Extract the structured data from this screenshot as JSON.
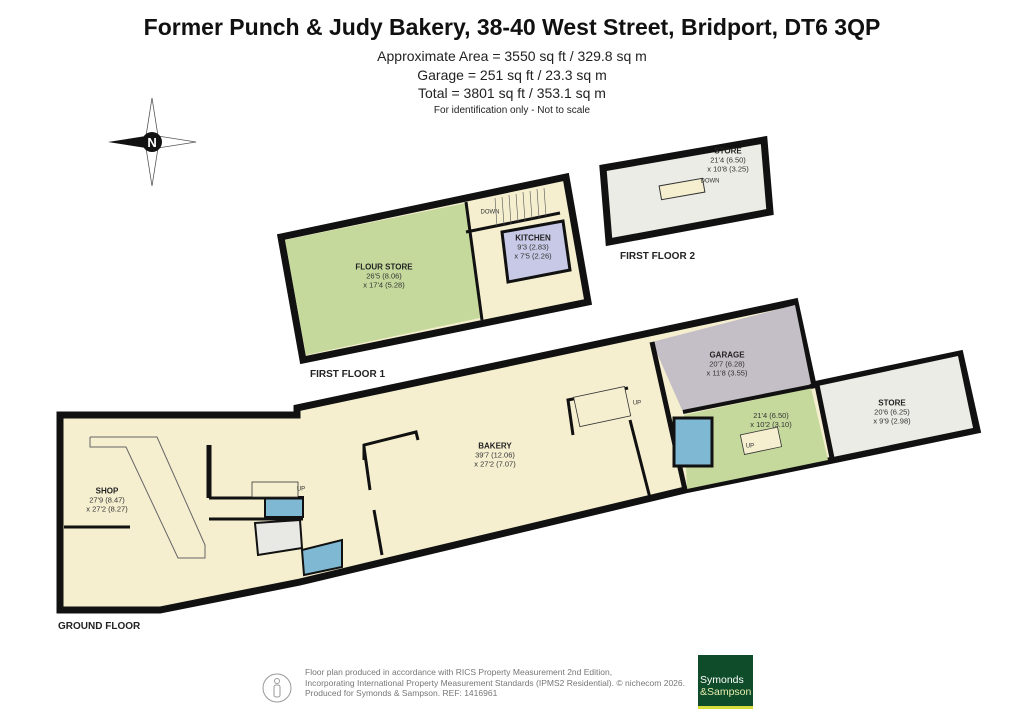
{
  "header": {
    "title": "Former Punch & Judy Bakery, 38-40 West Street, Bridport, DT6 3QP",
    "approx_area": "Approximate Area = 3550 sq ft / 329.8 sq m",
    "garage_area": "Garage = 251 sq ft / 23.3 sq m",
    "total_area": "Total = 3801 sq ft / 353.1 sq m",
    "disclaimer": "For identification only - Not to scale"
  },
  "compass": {
    "label": "N",
    "icon": "compass-rose-icon"
  },
  "floors": {
    "first_floor_1": {
      "label": "FIRST FLOOR 1",
      "rooms": [
        {
          "name": "FLOUR STORE",
          "dim1": "26'5 (8.06)",
          "dim2": "x 17'4 (5.28)"
        },
        {
          "name": "KITCHEN",
          "dim1": "9'3 (2.83)",
          "dim2": "x 7'5 (2.26)"
        }
      ],
      "stair_label": "DOWN"
    },
    "first_floor_2": {
      "label": "FIRST FLOOR 2",
      "rooms": [
        {
          "name": "STORE",
          "dim1": "21'4 (6.50)",
          "dim2": "x 10'8 (3.25)"
        }
      ],
      "stair_label": "DOWN"
    },
    "ground_floor": {
      "label": "GROUND FLOOR",
      "rooms": [
        {
          "name": "SHOP",
          "dim1": "27'9 (8.47)",
          "dim2": "x 27'2 (8.27)"
        },
        {
          "name": "BAKERY",
          "dim1": "39'7 (12.06)",
          "dim2": "x 27'2 (7.07)"
        },
        {
          "name": "GARAGE",
          "dim1": "20'7 (6.28)",
          "dim2": "x 11'8 (3.55)"
        },
        {
          "name": "",
          "dim1": "21'4 (6.50)",
          "dim2": "x 10'2 (3.10)"
        },
        {
          "name": "STORE",
          "dim1": "20'6 (6.25)",
          "dim2": "x 9'9 (2.98)"
        }
      ],
      "stair_labels": [
        "UP",
        "UP",
        "UP"
      ]
    }
  },
  "colors": {
    "wall": "#111111",
    "main_floor": "#f5efd0",
    "flour_store": "#c5d99c",
    "kitchen": "#c7c9e6",
    "garage": "#c4bec6",
    "store": "#ececE6",
    "wc": "#7fb8d2",
    "logo_bg": "#0f4d2a"
  },
  "footer": {
    "line1": "Floor plan produced in accordance with RICS Property Measurement 2nd Edition,",
    "line2": "Incorporating International Property Measurement Standards (IPMS2 Residential).   © nichecom 2026.",
    "line3": "Produced for Symonds & Sampson.   REF:  1416961",
    "logo_line1": "Symonds",
    "logo_line2": "&Sampson"
  }
}
